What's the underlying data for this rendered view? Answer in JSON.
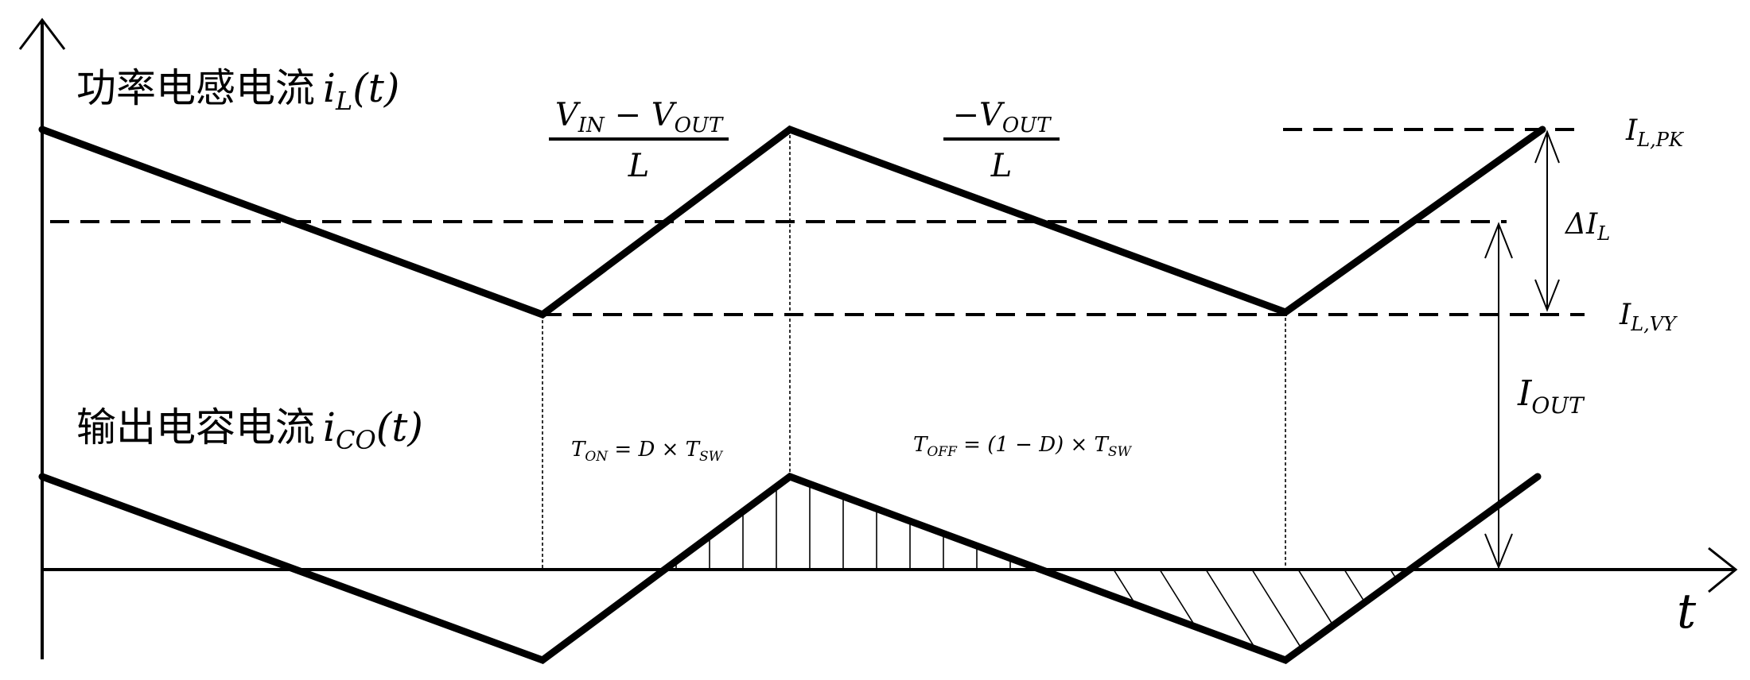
{
  "labels": {
    "inductor_title_cn": "功率电感电流",
    "inductor_var": "i",
    "inductor_sub": "L",
    "inductor_arg": "(t)",
    "cap_title_cn": "输出电容电流",
    "cap_var": "i",
    "cap_sub": "CO",
    "cap_arg": "(t)",
    "slope_on_num_a": "V",
    "slope_on_num_a_sub": "IN",
    "slope_on_minus": " − ",
    "slope_on_num_b": "V",
    "slope_on_num_b_sub": "OUT",
    "slope_on_den": "L",
    "slope_off_num": "−V",
    "slope_off_num_sub": "OUT",
    "slope_off_den": "L",
    "ipk": "I",
    "ipk_sub": "L,PK",
    "delta": "ΔI",
    "delta_sub": "L",
    "ivy": "I",
    "ivy_sub": "L,VY",
    "iout": "I",
    "iout_sub": "OUT",
    "ton_a": "T",
    "ton_a_sub": "ON",
    "ton_b": " = D × T",
    "ton_b_sub": "SW",
    "toff_a": "T",
    "toff_a_sub": "OFF",
    "toff_b": " = (1 − D) × T",
    "toff_b_sub": "SW",
    "t_axis": "t"
  }
}
